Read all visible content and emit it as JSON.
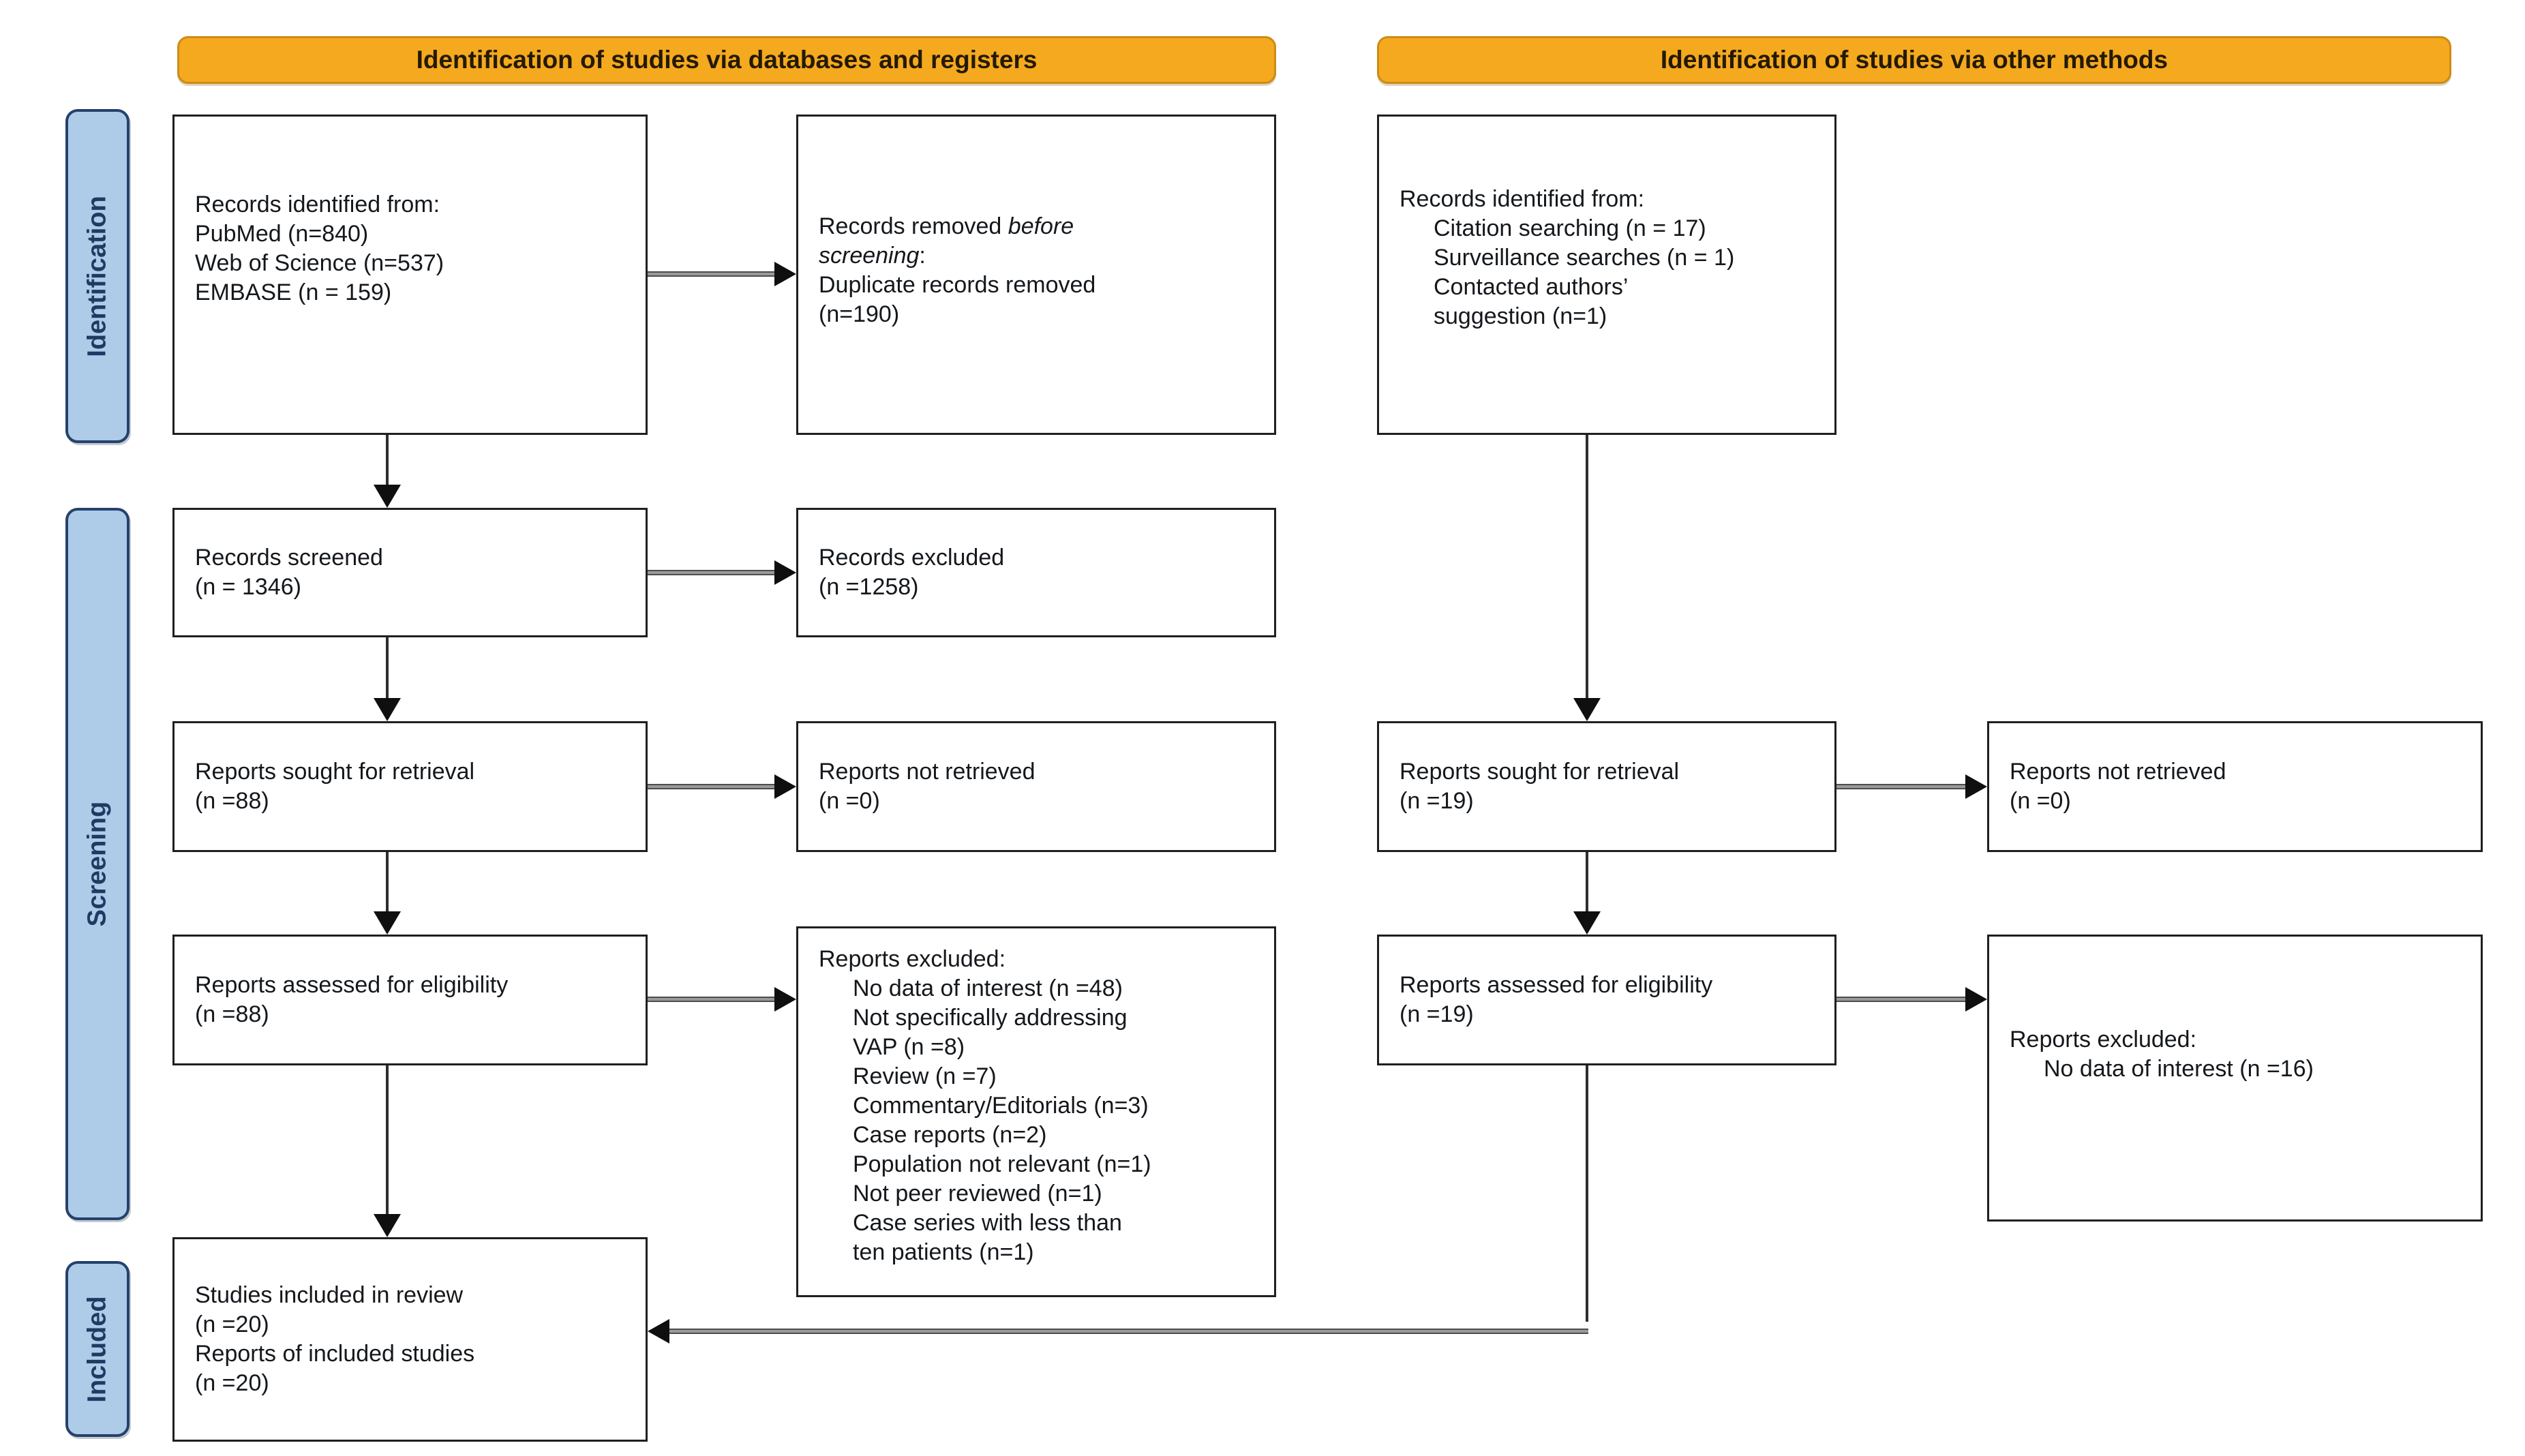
{
  "headers": {
    "databases": "Identification of studies via databases and registers",
    "other_methods": "Identification of studies via other methods"
  },
  "stages": {
    "identification": "Identification",
    "screening": "Screening",
    "included": "Included"
  },
  "colors": {
    "header_bg": "#F5A91F",
    "header_border": "#CD8C15",
    "stage_bg": "#AECBE8",
    "stage_border": "#24426B",
    "stage_text": "#1F3B63",
    "box_border": "#1F1F1F",
    "arrow_shaft": "#9A9A9A",
    "arrow_head": "#0F0F0F"
  },
  "boxes": {
    "records_identified_db": {
      "lines": [
        "Records identified from:",
        "PubMed (n=840)",
        "Web of Science (n=537)",
        "EMBASE (n = 159)"
      ]
    },
    "records_removed": {
      "line1_normal": "Records removed ",
      "line1_italic": "before",
      "line2_italic": "screening",
      "line2_normal": ":",
      "line3": "Duplicate records removed",
      "line4": "(n=190)"
    },
    "records_identified_other": {
      "lines": [
        "Records identified from:",
        "Citation searching (n = 17)",
        "Surveillance searches (n = 1)",
        "Contacted authors’",
        "suggestion (n=1)"
      ]
    },
    "records_screened": {
      "lines": [
        "Records screened",
        "(n = 1346)"
      ]
    },
    "records_excluded": {
      "lines": [
        "Records excluded",
        "(n =1258)"
      ]
    },
    "reports_sought_db": {
      "lines": [
        "Reports sought for retrieval",
        "(n =88)"
      ]
    },
    "reports_not_retrieved_db": {
      "lines": [
        "Reports not retrieved",
        "(n =0)"
      ]
    },
    "reports_assessed_db": {
      "lines": [
        "Reports assessed for eligibility",
        "(n =88)"
      ]
    },
    "reports_excluded_db": {
      "lines": [
        "Reports excluded:",
        "No data of interest (n =48)",
        "Not specifically addressing",
        "VAP (n =8)",
        "Review (n =7)",
        "Commentary/Editorials (n=3)",
        "Case reports (n=2)",
        "Population not relevant (n=1)",
        "Not peer reviewed (n=1)",
        "Case series with less than",
        "ten patients (n=1)"
      ]
    },
    "reports_sought_other": {
      "lines": [
        "Reports sought for retrieval",
        "(n =19)"
      ]
    },
    "reports_not_retrieved_other": {
      "lines": [
        "Reports not retrieved",
        "(n =0)"
      ]
    },
    "reports_assessed_other": {
      "lines": [
        "Reports assessed for eligibility",
        "(n =19)"
      ]
    },
    "reports_excluded_other": {
      "lines": [
        "Reports excluded:",
        "No data of interest (n =16)"
      ]
    },
    "included_studies": {
      "lines": [
        "Studies included in review",
        "(n =20)",
        "Reports of included studies",
        "(n =20)"
      ]
    }
  }
}
